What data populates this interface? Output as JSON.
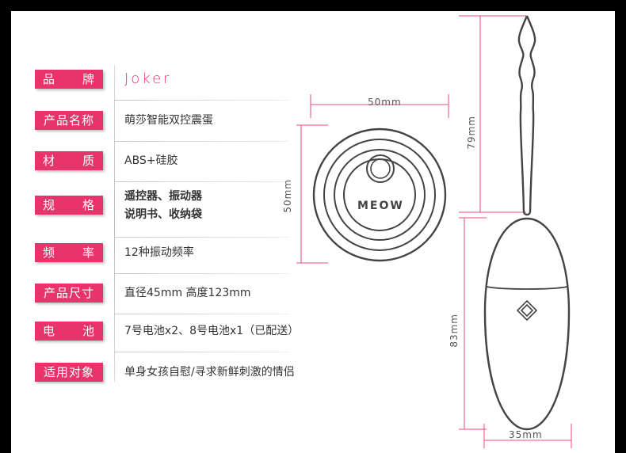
{
  "brand_name": "Joker",
  "specs": [
    {
      "label": "品牌",
      "value": "Joker",
      "brand": true
    },
    {
      "label": "产品名称",
      "value": "萌莎智能双控震蛋"
    },
    {
      "label": "材质",
      "value": "ABS+硅胶"
    },
    {
      "label": "规格",
      "value_lines": [
        "遥控器、振动器",
        "说明书、收纳袋"
      ]
    },
    {
      "label": "频率",
      "value": "12种振动频率"
    },
    {
      "label": "产品尺寸",
      "value": "直径45mm 高度123mm"
    },
    {
      "label": "电池",
      "value": "7号电池x2、8号电池x1（已配送）"
    },
    {
      "label": "适用对象",
      "value": "单身女孩自慰/寻求新鲜刺激的情侣"
    }
  ],
  "remote": {
    "logo_text": "MEOW",
    "width_label": "50mm",
    "height_label": "50mm"
  },
  "egg": {
    "tail_label": "79mm",
    "body_label": "83mm",
    "width_label": "35mm"
  },
  "colors": {
    "accent": "#e8336b",
    "dimension_line": "#e84d7a",
    "outline": "#444444"
  }
}
